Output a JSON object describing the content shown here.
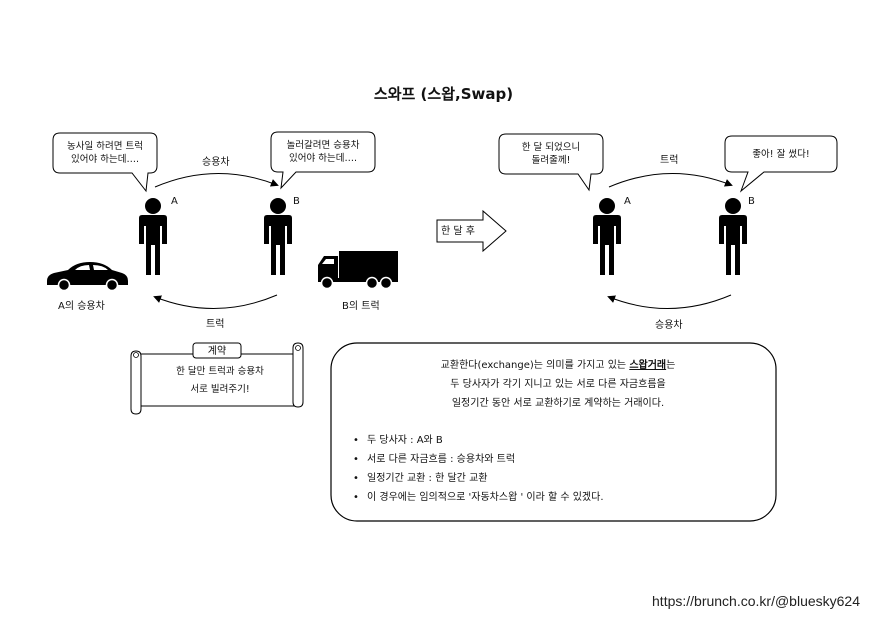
{
  "title": "스와프 (스왑,Swap)",
  "left_scene": {
    "bubble_a": [
      "농사일 하려면 트럭",
      "있어야 하는데…."
    ],
    "bubble_b": [
      "놀러갈려면 승용차",
      "있어야 하는데…."
    ],
    "person_a_label": "A",
    "person_b_label": "B",
    "top_arrow_label": "승용차",
    "bottom_arrow_label": "트럭",
    "car_caption": "A의 승용차",
    "truck_caption": "B의 트럭"
  },
  "middle_arrow_label": "한 달 후",
  "right_scene": {
    "bubble_a": [
      "한 달 되었으니",
      "돌려줄께!"
    ],
    "bubble_b": [
      "좋아! 잘 썼다!"
    ],
    "person_a_label": "A",
    "person_b_label": "B",
    "top_arrow_label": "트럭",
    "bottom_arrow_label": "승용차"
  },
  "contract": {
    "heading": "계약",
    "lines": [
      "한 달만 트럭과 승용차",
      "서로 빌려주기!"
    ]
  },
  "info": {
    "line1_before": "교환한다(exchange)는 의미를 가지고 있는 ",
    "line1_emphasis": "스왑거래",
    "line1_after": "는",
    "line2": "두 당사자가 각기 지니고 있는 서로 다른 자금흐름을",
    "line3": "일정기간 동안 서로 교환하기로 계약하는 거래이다.",
    "bullets": [
      "두 당사자 : A와 B",
      "서로 다른 자금흐름 : 승용차와 트럭",
      "일정기간 교환 : 한 달간 교환",
      "이 경우에는 임의적으로 '자동차스왑 ' 이라 할 수 있겠다."
    ]
  },
  "footer": "https://brunch.co.kr/@bluesky624",
  "colors": {
    "ink": "#000000",
    "background": "#ffffff"
  }
}
